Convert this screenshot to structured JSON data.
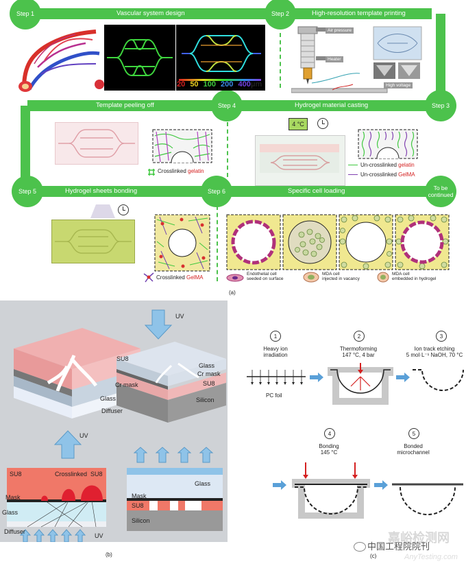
{
  "panel_a": {
    "steps": {
      "s1": {
        "badge": "Step 1",
        "title": "Vascular system design"
      },
      "s2": {
        "badge": "Step 2",
        "title": "High-resolution template printing"
      },
      "s3": {
        "badge": "Step 3",
        "title": "Hydrogel material casting"
      },
      "s4": {
        "badge": "Step 4",
        "title": "Template peeling off"
      },
      "s5": {
        "badge": "Step 5",
        "title": "Hydrogel sheets bonding"
      },
      "s6": {
        "badge": "Step 6",
        "title": "Specific cell loading"
      },
      "s7": {
        "badge": "To be continued"
      }
    },
    "colorbar": {
      "v1": "20",
      "v2": "50",
      "v3": "100",
      "v4": "200",
      "v5": "400",
      "unit": "μm"
    },
    "printer": {
      "air": "Air pressure",
      "heater": "Heater",
      "hv": "High voltage"
    },
    "temp": "4 °C",
    "legend": {
      "crosslinked_prefix": "Crosslinked",
      "gelatin": "gelatin",
      "uncross_prefix": "Un-crosslinked",
      "gelma": "GelMA"
    },
    "cells": {
      "c1a": "Endothelial cell",
      "c1b": "seeded on surface",
      "c2a": "MDA cell",
      "c2b": "injected in vacancy",
      "c3a": "MDA cell",
      "c3b": "embedded in hydrogel"
    },
    "label": "(a)"
  },
  "panel_b": {
    "su8": "SU8",
    "crmask": "Cr mask",
    "glass": "Glass",
    "diffuser": "Diffuser",
    "uv": "UV",
    "silicon": "Silicon",
    "crosslinked": "Crosslinked",
    "mask": "Mask",
    "label": "(b)"
  },
  "panel_c": {
    "n1": "1",
    "n2": "2",
    "n3": "3",
    "n4": "4",
    "n5": "5",
    "t1a": "Heavy ion",
    "t1b": "irradiation",
    "t2a": "Thermoforming",
    "t2b": "147 °C, 4 bar",
    "t3a": "Ion track etching",
    "t3b": "5 mol·L⁻¹ NaOH, 70 °C",
    "pc": "PC foil",
    "t4a": "Bonding",
    "t4b": "145 °C",
    "t5a": "Bonded",
    "t5b": "microchannel",
    "label": "(c)"
  },
  "watermark": {
    "line1": "嘉峪检测网",
    "line2": "中国工程院院刊",
    "line3": "AnyTesting.com"
  }
}
